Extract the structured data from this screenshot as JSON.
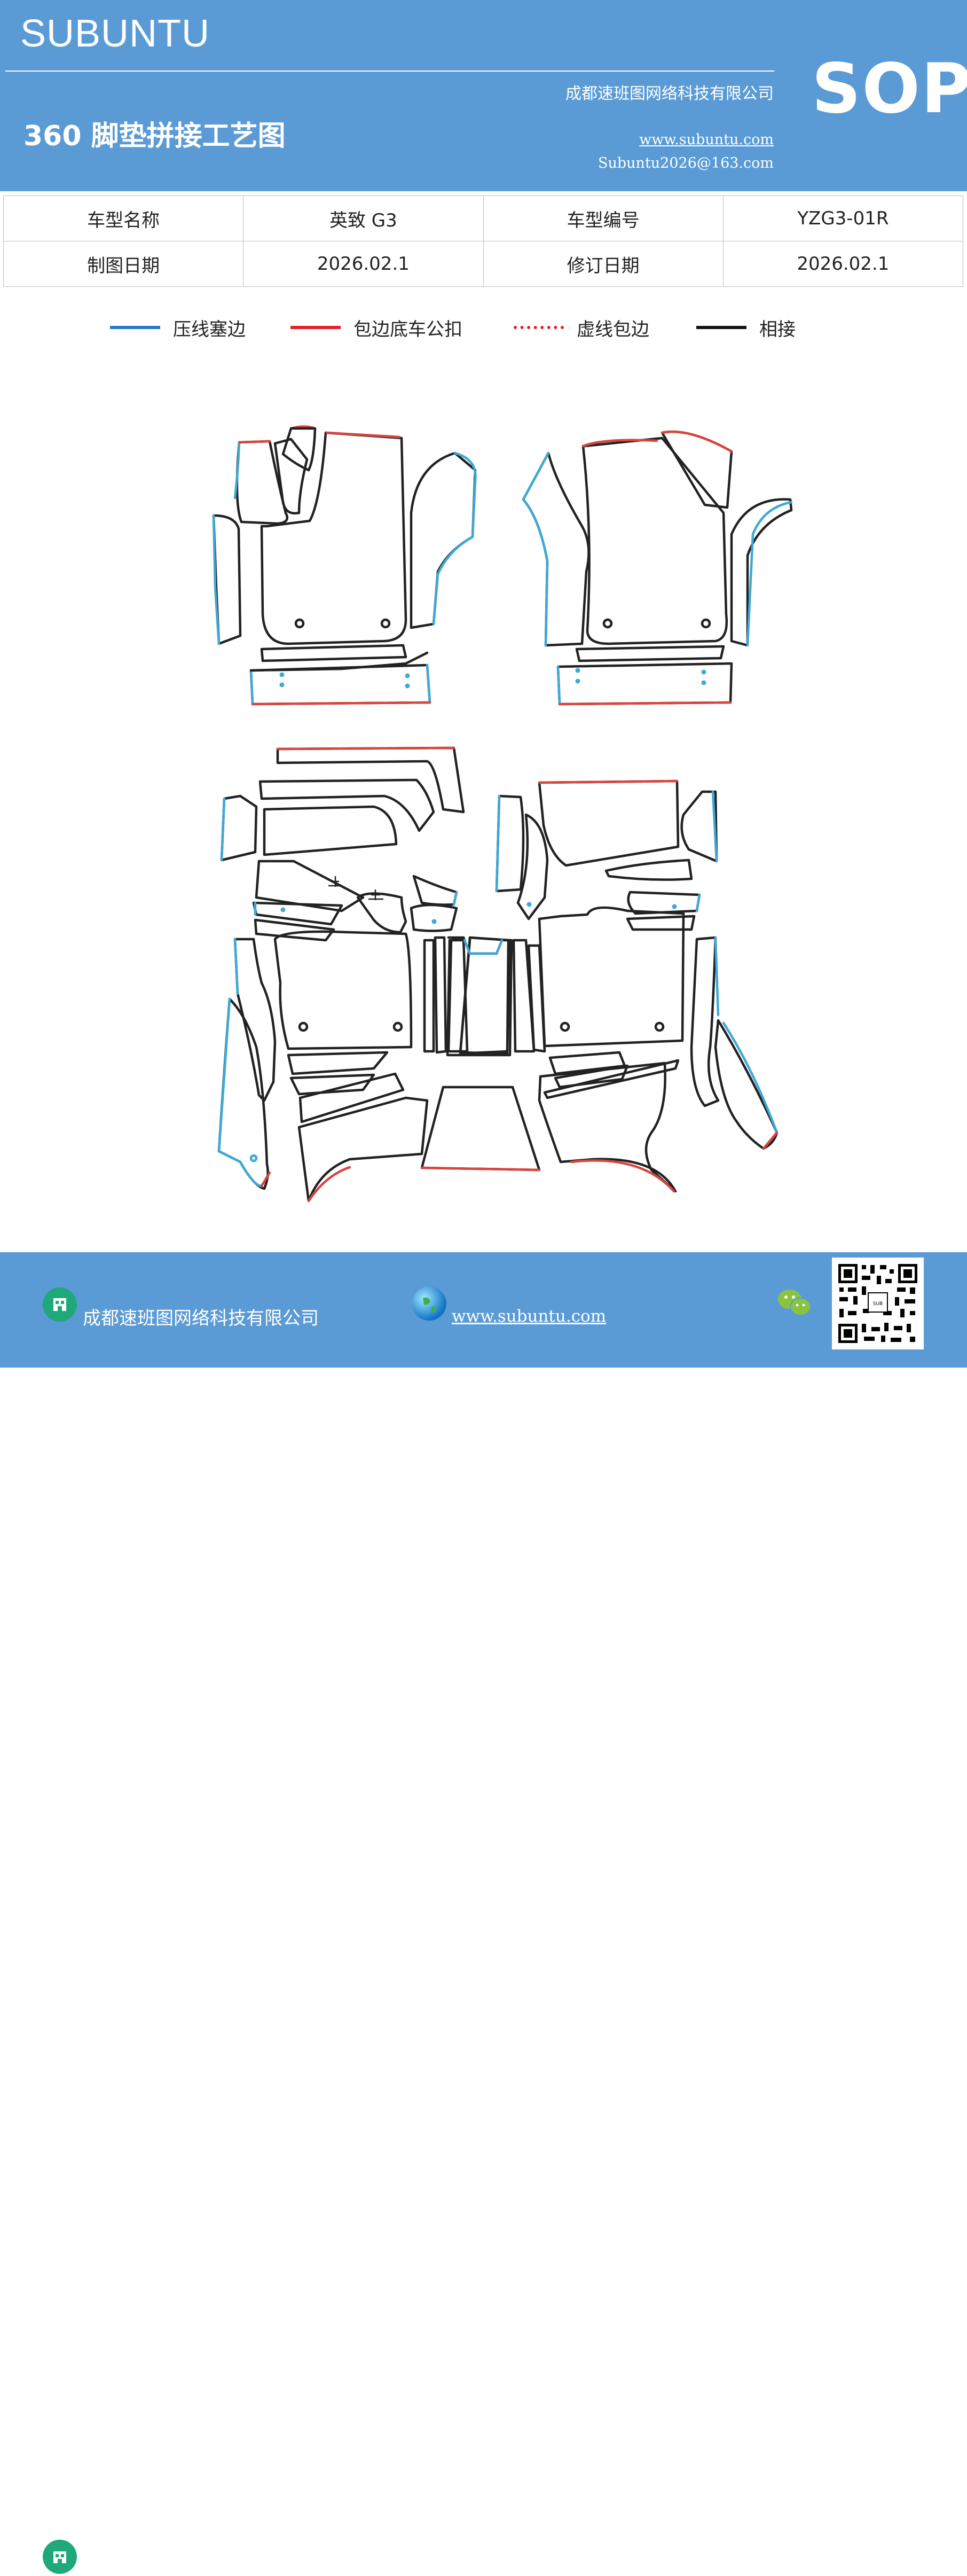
{
  "header": {
    "brand": "SUBUNTU",
    "title": "360 脚垫拼接工艺图",
    "company": "成都速班图网络科技有限公司",
    "website": "www.subuntu.com",
    "email": "Subuntu2026@163.com",
    "badge": "SOP"
  },
  "info_table": {
    "rows": [
      [
        "车型名称",
        "英致 G3",
        "车型编号",
        "YZG3-01R"
      ],
      [
        "制图日期",
        "2026.02.1",
        "修订日期",
        "2026.02.1"
      ]
    ]
  },
  "legend": [
    {
      "label": "压线塞边",
      "color": "#1f7ac4",
      "style": "solid"
    },
    {
      "label": "包边底车公扣",
      "color": "#e31e24",
      "style": "solid"
    },
    {
      "label": "虚线包边",
      "color": "#e31e24",
      "style": "dotted"
    },
    {
      "label": "相接",
      "color": "#111111",
      "style": "solid"
    }
  ],
  "colors": {
    "header_bg": "#5b9bd5",
    "blue_edge": "#3fa9d6",
    "red_edge": "#d9453f",
    "outline": "#222222"
  },
  "footer": {
    "company": "成都速班图网络科技有限公司",
    "website": "www.subuntu.com",
    "icons": [
      "building-icon",
      "globe-icon",
      "wechat-icon",
      "qr-code"
    ]
  }
}
